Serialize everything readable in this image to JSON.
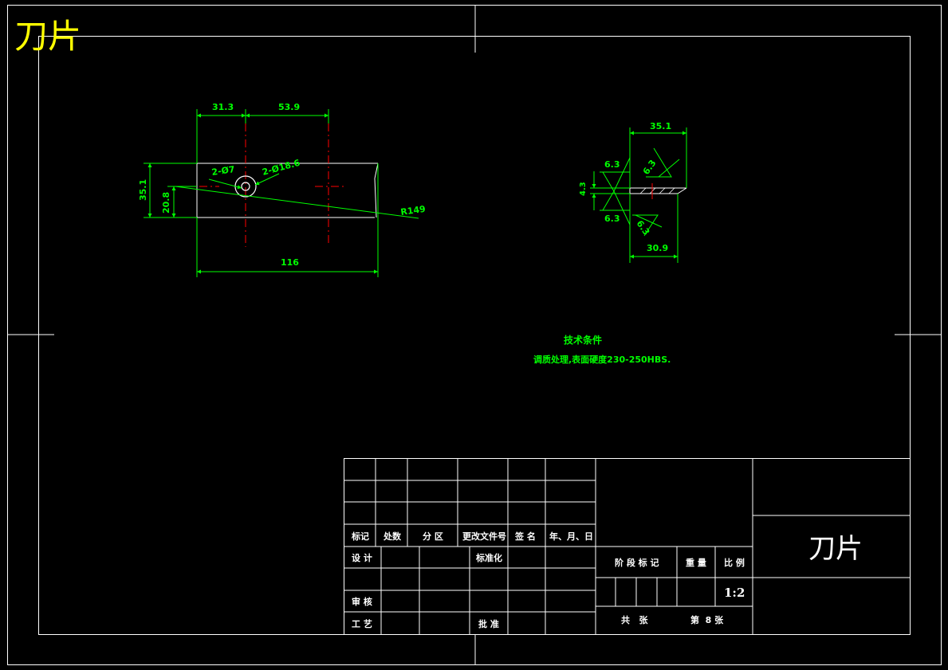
{
  "title_corner": "刀片",
  "colors": {
    "background": "#000000",
    "frame": "#ffffff",
    "dimension": "#00ff00",
    "centerline": "#ff0000",
    "title": "#ffff00"
  },
  "front_view": {
    "dim_31_3": "31.3",
    "dim_53_9": "53.9",
    "dim_35_1": "35.1",
    "dim_20_8": "20.8",
    "dim_116": "116",
    "hole_small": "2-Ø7",
    "hole_large": "2-Ø18.6",
    "radius": "R149"
  },
  "section_view": {
    "dim_top": "35.1",
    "dim_bottom": "30.9",
    "dim_height": "4.3",
    "rough_upper_left": "6.3",
    "rough_lower_left": "6.3",
    "rough_upper_right": "6.3",
    "rough_lower_right": "6.3"
  },
  "tech": {
    "heading": "技术条件",
    "note": "调质处理,表面硬度230-250HBS."
  },
  "title_block": {
    "h_mark": "标记",
    "h_count": "处数",
    "h_zone": "分 区",
    "h_docno": "更改文件号",
    "h_sign": "签 名",
    "h_date": "年、月、日",
    "design": "设 计",
    "standard": "标准化",
    "review": "审 核",
    "process": "工 艺",
    "approve": "批 准",
    "stage": "阶 段 标 记",
    "weight": "重 量",
    "scale_label": "比 例",
    "scale_value": "1:2",
    "total_sheets": "共   张",
    "sheet_no": "第  8 张",
    "part_name": "刀片"
  }
}
